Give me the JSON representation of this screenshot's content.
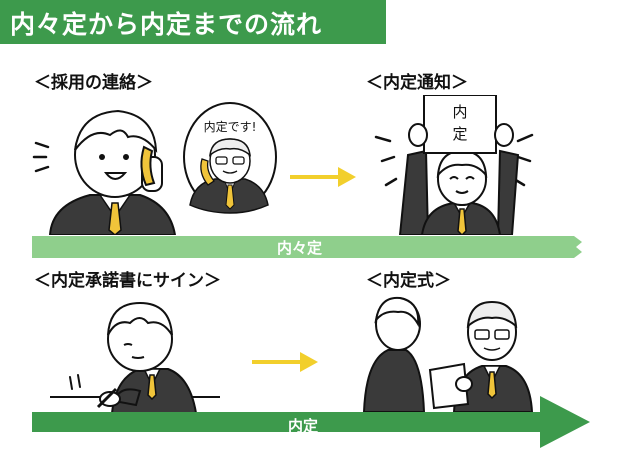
{
  "title": "内々定から内定までの流れ",
  "sections": {
    "recruit_call": "＜採用の連絡＞",
    "naitei_notice": "＜内定通知＞",
    "signing": "＜内定承諾書にサイン＞",
    "ceremony": "＜内定式＞"
  },
  "speech_bubble": "内定です!",
  "notice_board": [
    "内",
    "定"
  ],
  "bands": {
    "naiNaitei": "内々定",
    "naitei": "内定"
  },
  "colors": {
    "title_bg": "#3d9a4c",
    "band_light": "#8fcf8c",
    "band_dark": "#3d9a4c",
    "arrow_yellow": "#f2cf2c",
    "suit": "#3a3a3a",
    "tie": "#f0c43a"
  },
  "icons": [
    "phone-icon",
    "right-arrow-icon",
    "pen-icon"
  ]
}
